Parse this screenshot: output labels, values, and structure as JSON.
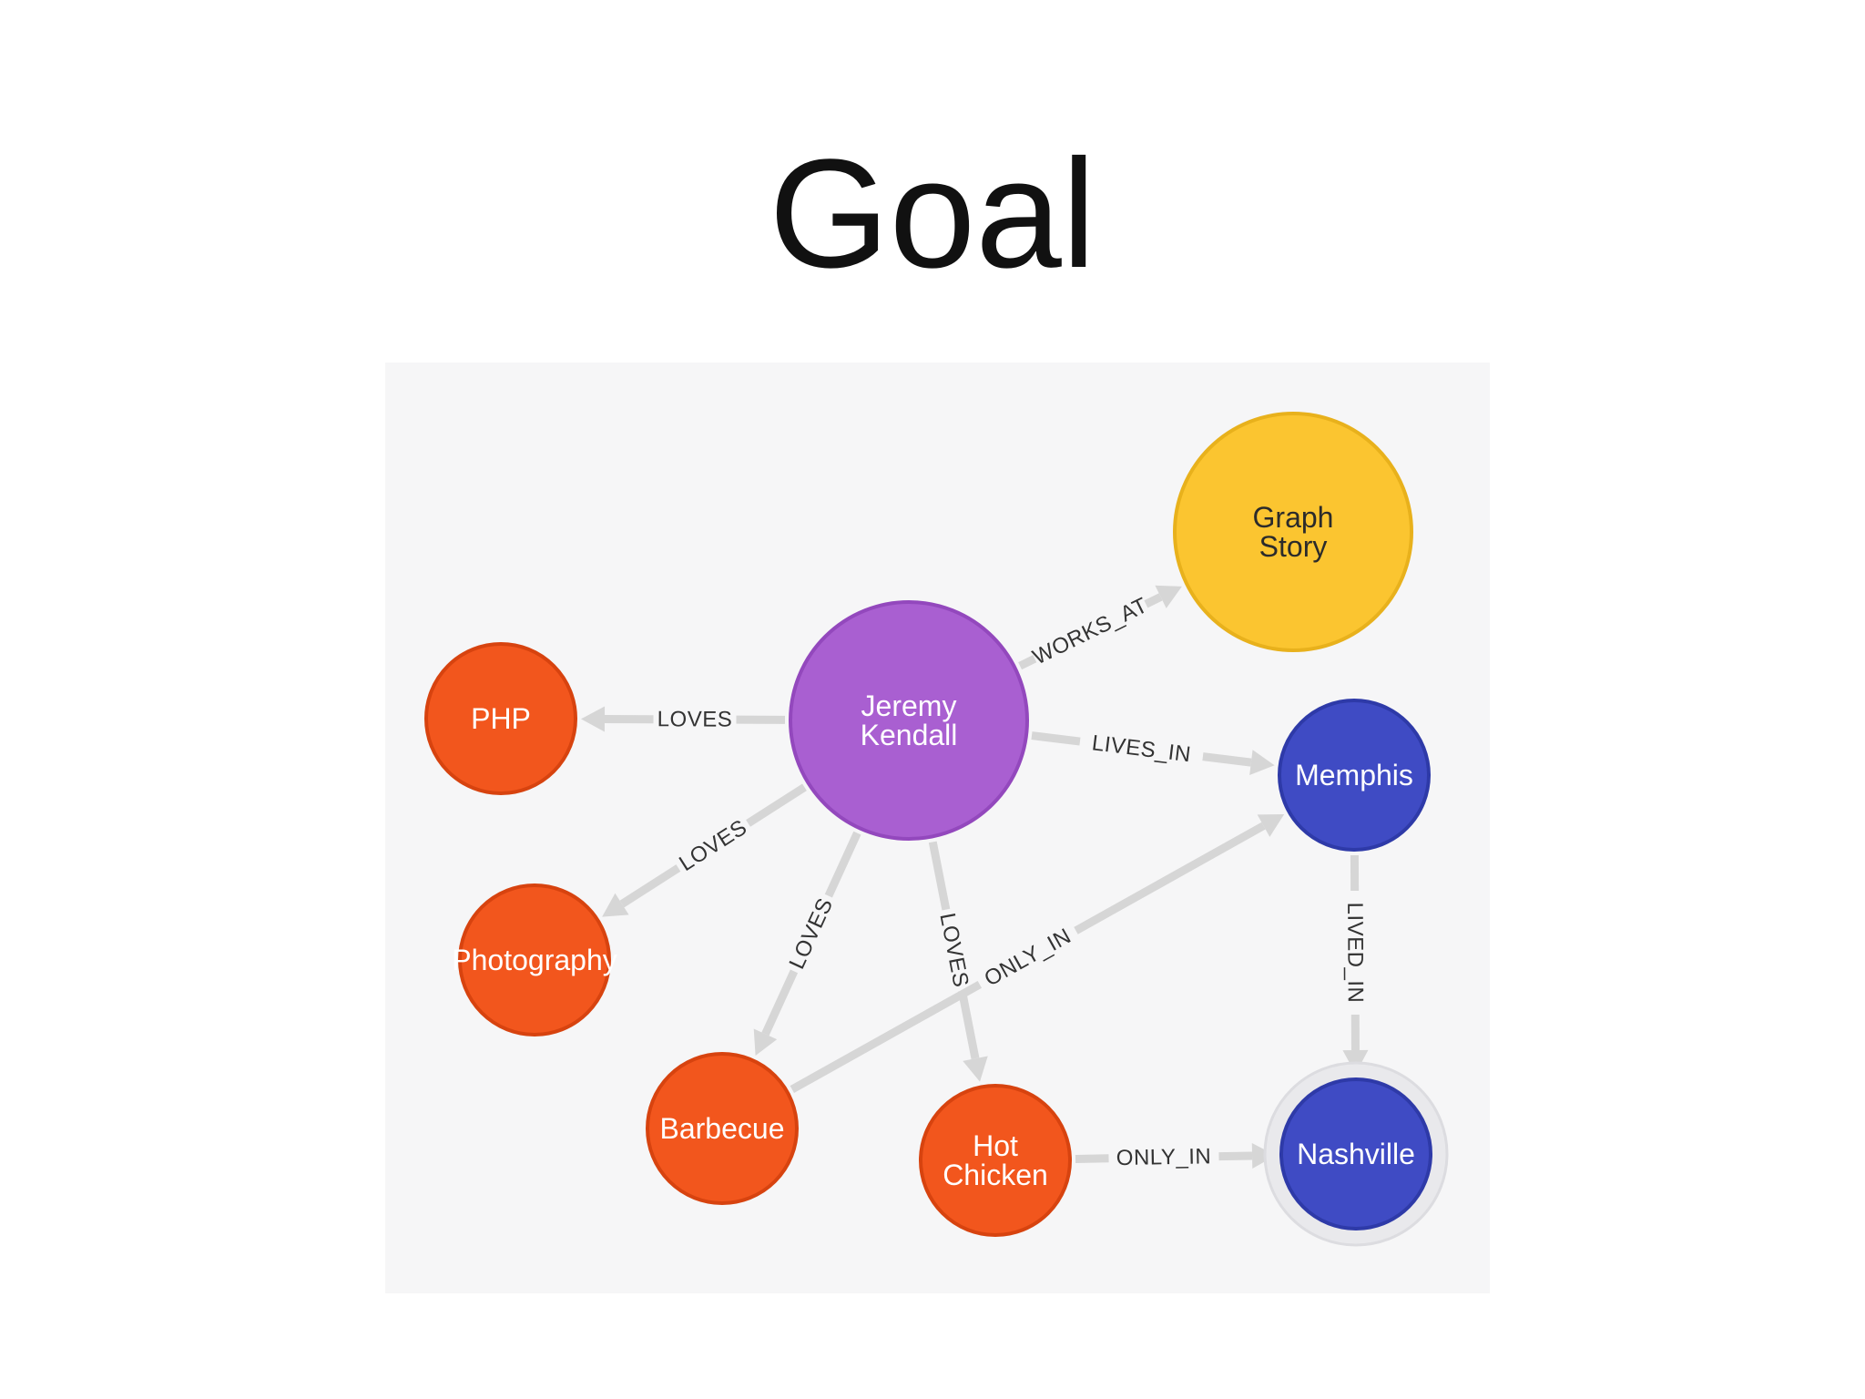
{
  "slide": {
    "title": "Goal"
  },
  "colors": {
    "person": "#a95fd1",
    "person_stroke": "#9348bd",
    "interest": "#f2561d",
    "interest_stroke": "#d7430f",
    "company": "#fbc530",
    "company_stroke": "#e8b11c",
    "city": "#3f4bc4",
    "city_stroke": "#2e3aa8",
    "edge": "#d6d6d6",
    "panel": "#f6f6f7"
  },
  "graph": {
    "nodes": [
      {
        "id": "jeremy",
        "lines": [
          "Jeremy",
          "Kendall"
        ],
        "kind": "person"
      },
      {
        "id": "graphstory",
        "lines": [
          "Graph",
          "Story"
        ],
        "kind": "company"
      },
      {
        "id": "php",
        "lines": [
          "PHP"
        ],
        "kind": "interest"
      },
      {
        "id": "photography",
        "lines": [
          "Photography"
        ],
        "kind": "interest"
      },
      {
        "id": "barbecue",
        "lines": [
          "Barbecue"
        ],
        "kind": "interest"
      },
      {
        "id": "hotchicken",
        "lines": [
          "Hot",
          "Chicken"
        ],
        "kind": "interest"
      },
      {
        "id": "memphis",
        "lines": [
          "Memphis"
        ],
        "kind": "city"
      },
      {
        "id": "nashville",
        "lines": [
          "Nashville"
        ],
        "kind": "city",
        "selected": true
      }
    ],
    "edges": [
      {
        "id": "e1",
        "from": "jeremy",
        "to": "graphstory",
        "label": "WORKS_AT"
      },
      {
        "id": "e2",
        "from": "jeremy",
        "to": "php",
        "label": "LOVES"
      },
      {
        "id": "e3",
        "from": "jeremy",
        "to": "memphis",
        "label": "LIVES_IN"
      },
      {
        "id": "e4",
        "from": "jeremy",
        "to": "photography",
        "label": "LOVES"
      },
      {
        "id": "e5",
        "from": "jeremy",
        "to": "barbecue",
        "label": "LOVES"
      },
      {
        "id": "e6",
        "from": "jeremy",
        "to": "hotchicken",
        "label": "LOVES"
      },
      {
        "id": "e7",
        "from": "barbecue",
        "to": "memphis",
        "label": "ONLY_IN"
      },
      {
        "id": "e8",
        "from": "memphis",
        "to": "nashville",
        "label": "LIVED_IN"
      },
      {
        "id": "e9",
        "from": "hotchicken",
        "to": "nashville",
        "label": "ONLY_IN"
      }
    ]
  }
}
